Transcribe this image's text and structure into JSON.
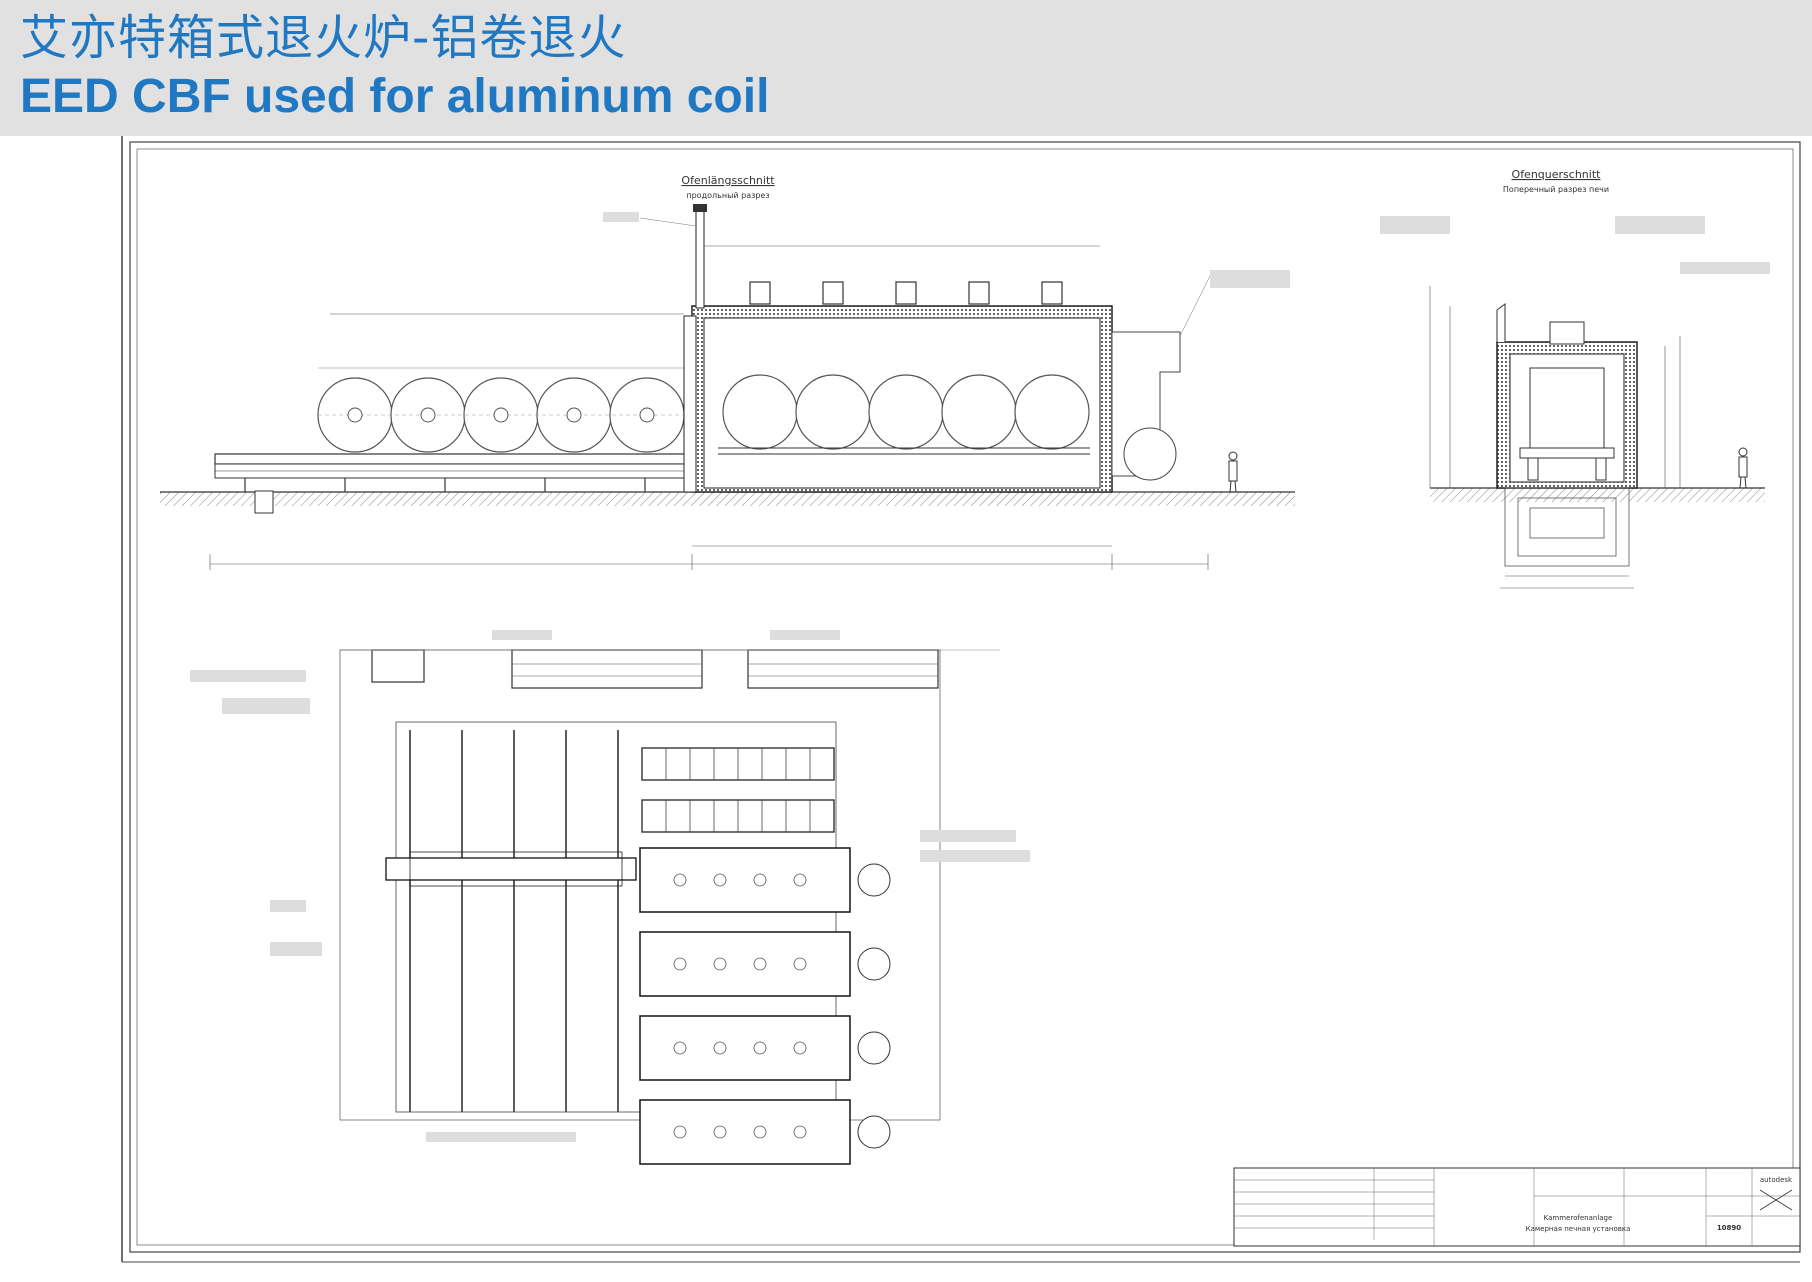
{
  "header": {
    "title_zh": "艾亦特箱式退火炉-铝卷退火",
    "title_en": "EED CBF used for aluminum coil"
  },
  "drawing": {
    "longitudinal_section": {
      "title": "Ofenlängsschnitt",
      "subtitle": "продольный разрез"
    },
    "cross_section": {
      "title": "Ofenquerschnitt",
      "subtitle": "Поперечный разрез печи"
    },
    "title_block": {
      "name": "Kammerofenanlage",
      "subtitle": "Камерная печная установка",
      "number": "10890",
      "logo": "autodesk"
    }
  },
  "colors": {
    "brand": "#1f78c1",
    "header_bg": "#e1e1e1",
    "line": "#2a2a2a"
  }
}
